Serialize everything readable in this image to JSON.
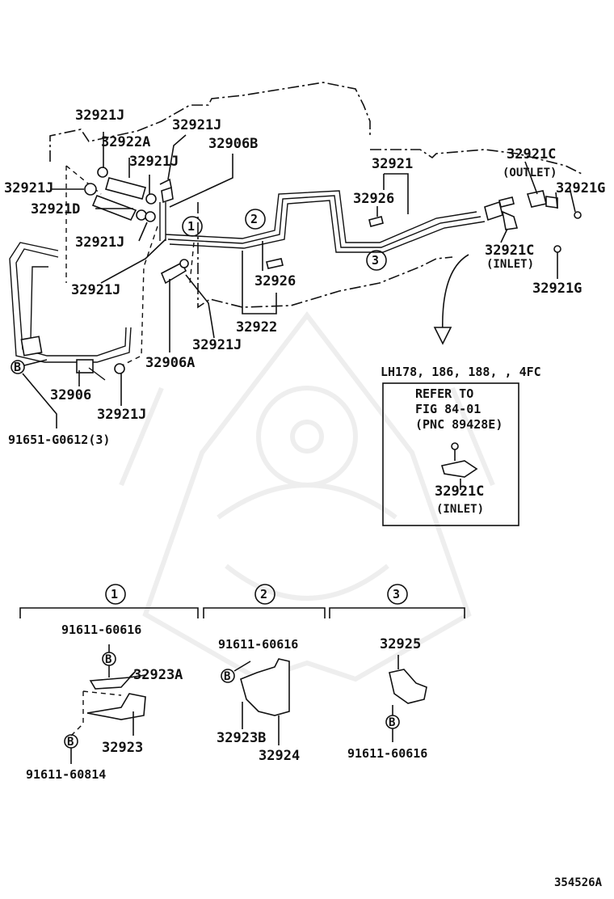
{
  "diagram_id": "354526A",
  "labels": {
    "p32921J_a": "32921J",
    "p32922A": "32922A",
    "p32921J_b": "32921J",
    "p32906B": "32906B",
    "p32921J_c": "32921J",
    "p32921J_d": "32921J",
    "p32921D": "32921D",
    "p32921J_e": "32921J",
    "p32921J_f": "32921J",
    "p32906A": "32906A",
    "p32921J_g": "32921J",
    "p32921J_h": "32921J",
    "p32906": "32906",
    "p91651": "91651-G0612(3)",
    "p32921": "32921",
    "p32926_a": "32926",
    "p32926_b": "32926",
    "p32922": "32922",
    "p32921C_out": "32921C",
    "outlet": "(OUTLET)",
    "p32921G_a": "32921G",
    "p32921C_in": "32921C",
    "inlet": "(INLET)",
    "p32921G_b": "32921G",
    "lh_note": "LH178, 186, 188, , 4FC",
    "refer_1": "REFER TO",
    "refer_2": "FIG 84-01",
    "refer_3": "(PNC 89428E)",
    "refer_part": "32921C",
    "refer_inlet": "(INLET)",
    "g1_bolt": "91611-60616",
    "g1_p32923A": "32923A",
    "g1_p32923": "32923",
    "g1_bolt2": "91611-60814",
    "g2_bolt": "91611-60616",
    "g2_p32923B": "32923B",
    "g2_p32924": "32924",
    "g3_p32925": "32925",
    "g3_bolt": "91611-60616",
    "callout_1": "1",
    "callout_2": "2",
    "callout_3": "3",
    "bolt_marker": "B"
  }
}
